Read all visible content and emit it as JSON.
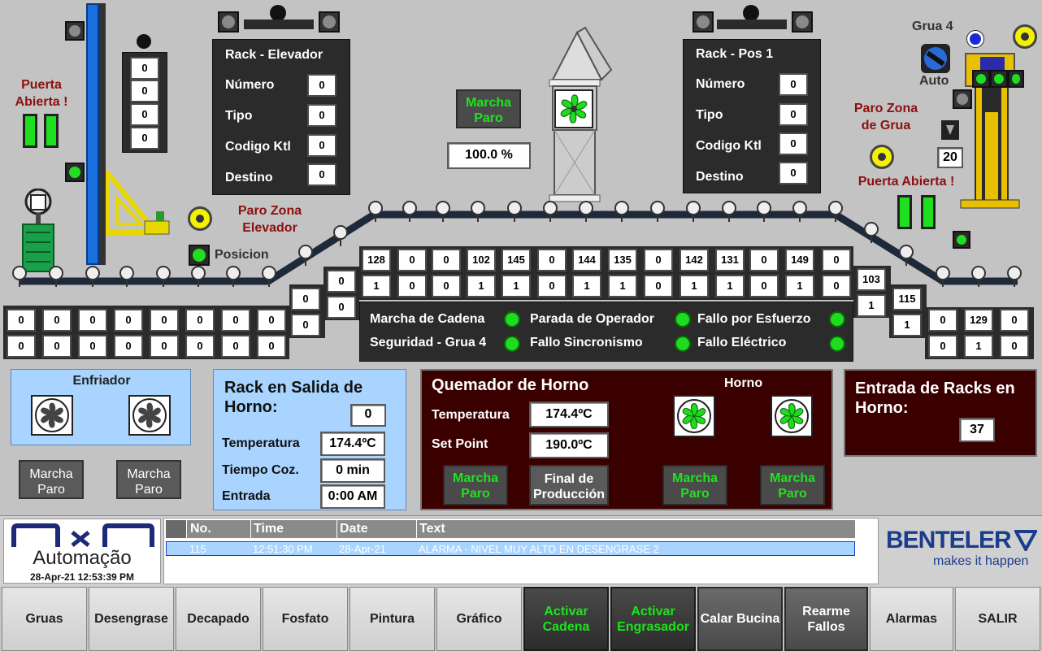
{
  "colors": {
    "background": "#c3c3c3",
    "panel_dark": "#2b2b2b",
    "oven_panel": "#3a0000",
    "light_blue": "#a8d4ff",
    "led_green": "#1fdc1f",
    "alarm_red": "#8b1010",
    "led_yellow": "#f2f200"
  },
  "rack_elevador": {
    "title": "Rack - Elevador",
    "numero_label": "Número",
    "numero": "0",
    "tipo_label": "Tipo",
    "tipo": "0",
    "codigo_label": "Codigo Ktl",
    "codigo": "0",
    "destino_label": "Destino",
    "destino": "0"
  },
  "rack_pos1": {
    "title": "Rack - Pos 1",
    "numero_label": "Número",
    "numero": "0",
    "tipo_label": "Tipo",
    "tipo": "0",
    "codigo_label": "Codigo Ktl",
    "codigo": "0",
    "destino_label": "Destino",
    "destino": "0"
  },
  "elevator_stack": [
    "0",
    "0",
    "0",
    "0"
  ],
  "labels": {
    "puerta_abierta_left": "Puerta Abierta !",
    "paro_zona_elevador": "Paro Zona Elevador",
    "posicion": "Posicion",
    "grua4": "Grua 4",
    "auto": "Auto",
    "paro_zona_grua": "Paro Zona de Grua",
    "puerta_abierta_right": "Puerta Abierta !",
    "grua_counter": "20"
  },
  "fan_center": {
    "button": "Marcha Paro",
    "percent": "100.0 %"
  },
  "conveyor_left": {
    "top": [
      "0",
      "0",
      "0",
      "0",
      "0",
      "0",
      "0",
      "0"
    ],
    "bottom": [
      "0",
      "0",
      "0",
      "0",
      "0",
      "0",
      "0",
      "0"
    ]
  },
  "conveyor_incline": [
    [
      "0",
      "0"
    ],
    [
      "0",
      "0"
    ]
  ],
  "conveyor_top": {
    "top": [
      "128",
      "0",
      "0",
      "102",
      "145",
      "0",
      "144",
      "135",
      "0",
      "142",
      "131",
      "0",
      "149",
      "0"
    ],
    "bottom": [
      "1",
      "0",
      "0",
      "1",
      "1",
      "0",
      "1",
      "1",
      "0",
      "1",
      "1",
      "0",
      "1",
      "0"
    ]
  },
  "conveyor_decline": [
    [
      "103",
      "1"
    ],
    [
      "115",
      "1"
    ]
  ],
  "conveyor_right": {
    "top": [
      "0",
      "129",
      "0"
    ],
    "bottom": [
      "0",
      "1",
      "0"
    ]
  },
  "status": {
    "marcha_cadena": "Marcha de Cadena",
    "parada_operador": "Parada de Operador",
    "fallo_esfuerzo": "Fallo por Esfuerzo",
    "seguridad_grua": "Seguridad - Grua 4",
    "fallo_sincronismo": "Fallo Sincronismo",
    "fallo_electrico": "Fallo Eléctrico"
  },
  "enfriador": {
    "title": "Enfriador",
    "btn1": "Marcha Paro",
    "btn2": "Marcha Paro"
  },
  "rack_salida": {
    "title": "Rack en Salida de Horno:",
    "count": "0",
    "temp_label": "Temperatura",
    "temp": "174.4ºC",
    "tiempo_label": "Tiempo Coz.",
    "tiempo": "0 min",
    "entrada_label": "Entrada",
    "entrada": "0:00 AM"
  },
  "quemador": {
    "title": "Quemador de Horno",
    "horno_label": "Horno",
    "temp_label": "Temperatura",
    "temp": "174.4ºC",
    "sp_label": "Set Point",
    "sp": "190.0ºC",
    "btn_marcha": "Marcha Paro",
    "btn_final": "Final de Producción",
    "btn_fan1": "Marcha Paro",
    "btn_fan2": "Marcha Paro"
  },
  "entrada_racks": {
    "title": "Entrada de Racks en Horno:",
    "count": "37"
  },
  "logo": {
    "brand": "Automação",
    "datetime": "28-Apr-21 12:53:39 PM"
  },
  "alarm_table": {
    "headers": [
      "No.",
      "Time",
      "Date",
      "Text"
    ],
    "rows": [
      [
        "115",
        "12:51:30 PM",
        "28-Apr-21",
        "ALARMA - NIVEL MUY ALTO EN DESENGRASE 2"
      ]
    ]
  },
  "benteler": {
    "name": "BENTELER",
    "tagline": "makes it happen"
  },
  "nav": [
    "Gruas",
    "Desengrase",
    "Decapado",
    "Fosfato",
    "Pintura",
    "Gráfico",
    "Activar Cadena",
    "Activar Engrasador",
    "Calar Bucina",
    "Rearme Fallos",
    "Alarmas",
    "SALIR"
  ]
}
